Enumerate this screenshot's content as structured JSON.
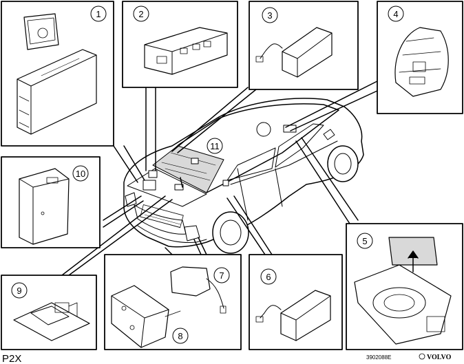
{
  "figure": {
    "code": "P2X",
    "reference": "3902088E",
    "brand": "VOLVO"
  },
  "callouts": [
    {
      "id": "1",
      "label": "1"
    },
    {
      "id": "2",
      "label": "2"
    },
    {
      "id": "3",
      "label": "3"
    },
    {
      "id": "4",
      "label": "4"
    },
    {
      "id": "5",
      "label": "5"
    },
    {
      "id": "6",
      "label": "6"
    },
    {
      "id": "7",
      "label": "7"
    },
    {
      "id": "8",
      "label": "8"
    },
    {
      "id": "9",
      "label": "9"
    },
    {
      "id": "10",
      "label": "10"
    },
    {
      "id": "11",
      "label": "11"
    }
  ],
  "colors": {
    "ink": "#000000",
    "paper": "#ffffff",
    "shade": "#d9d9d9"
  }
}
